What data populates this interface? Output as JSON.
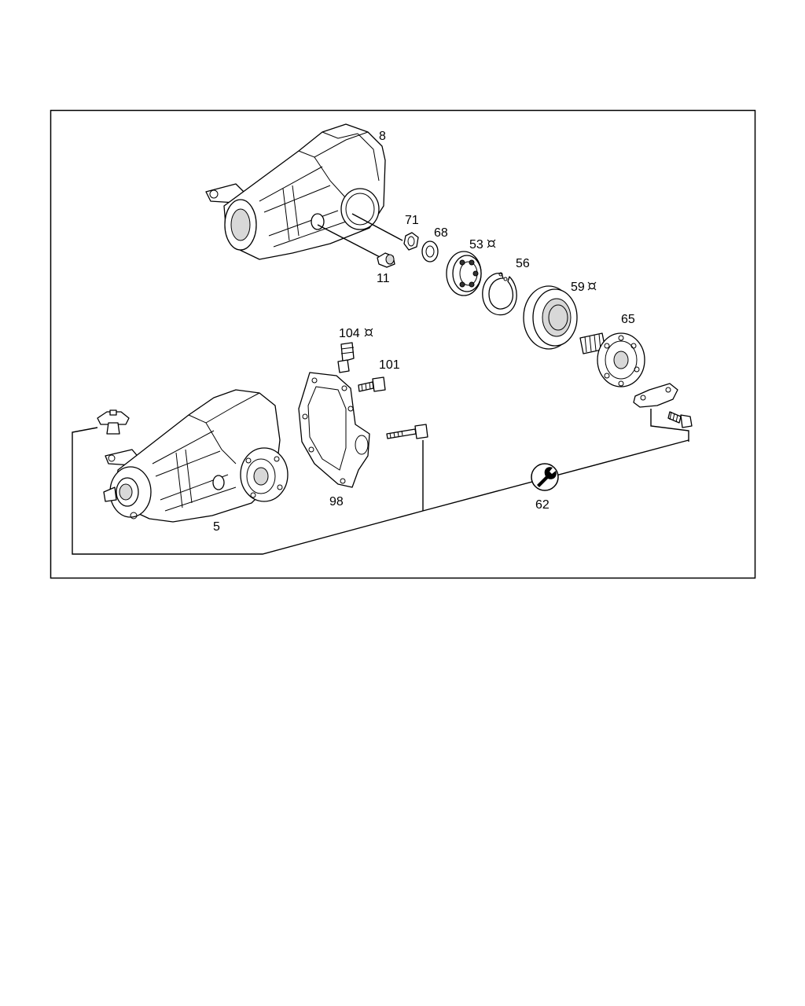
{
  "diagram": {
    "labels": {
      "p8": "8",
      "p71": "71",
      "p68": "68",
      "p53": "53",
      "p56": "56",
      "p59": "59",
      "p65": "65",
      "p11": "11",
      "p104": "104",
      "p101": "101",
      "p98": "98",
      "p5": "5",
      "p62": "62"
    }
  }
}
